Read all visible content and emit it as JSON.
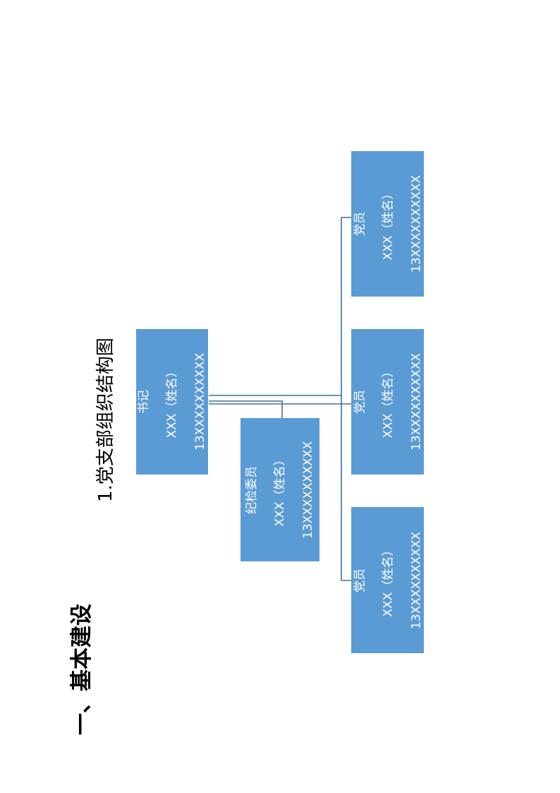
{
  "heading": {
    "section_title": "一、基本建设",
    "subtitle": "1.党支部组织结构图"
  },
  "colors": {
    "node_fill": "#5b9bd5",
    "node_text": "#ffffff",
    "connector": "#41719c"
  },
  "org_chart": {
    "secretary": {
      "role": "书记",
      "name": "XXX（姓名）",
      "phone": "13XXXXXXXXXX"
    },
    "discipline": {
      "role": "纪检委员",
      "name": "XXX（姓名）",
      "phone": "13XXXXXXXXXX"
    },
    "members": [
      {
        "role": "党员",
        "name": "XXX（姓名）",
        "phone": "13XXXXXXXXXX"
      },
      {
        "role": "党员",
        "name": "XXX（姓名）",
        "phone": "13XXXXXXXXXX"
      },
      {
        "role": "党员",
        "name": "XXX（姓名）",
        "phone": "13XXXXXXXXXX"
      }
    ]
  }
}
